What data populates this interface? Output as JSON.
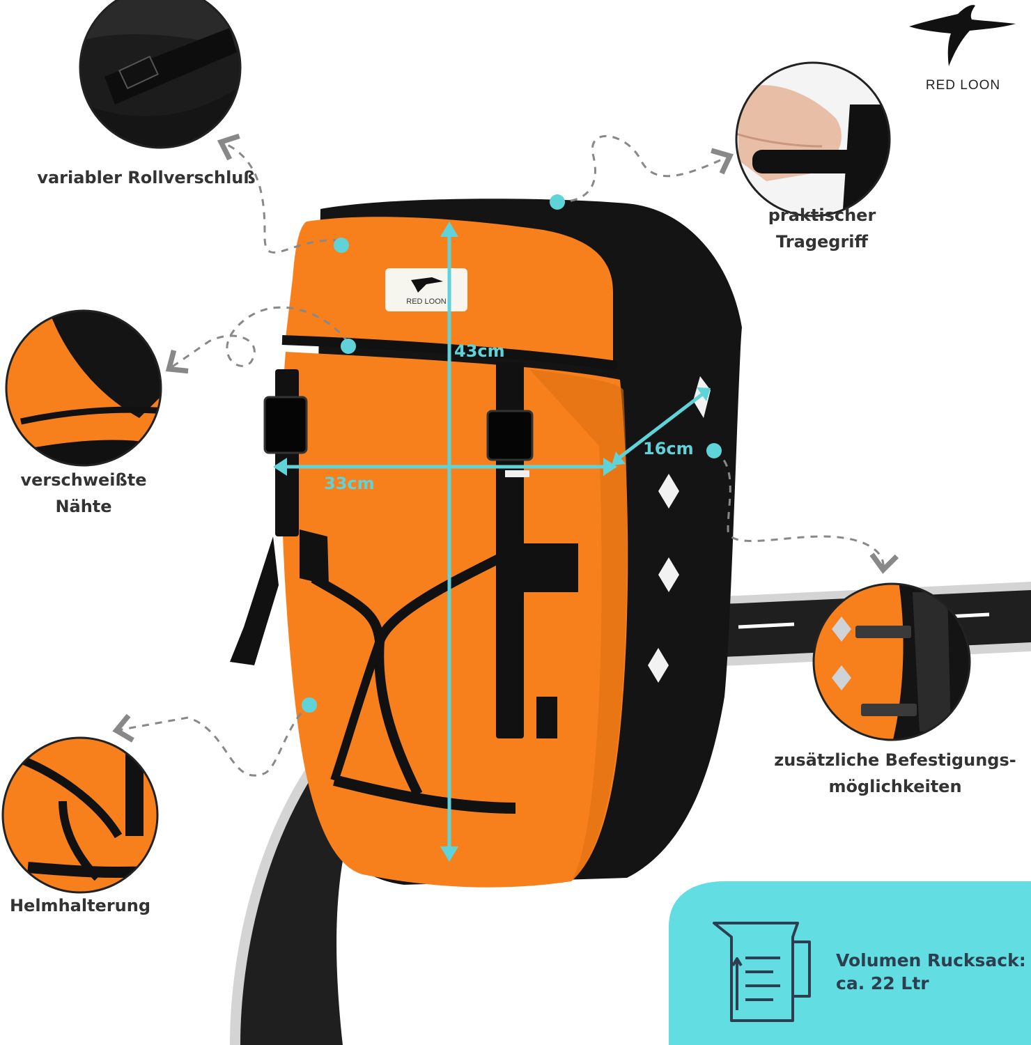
{
  "brand": {
    "name": "RED LOON",
    "logo_icon": "bird-icon"
  },
  "features": {
    "roll_closure": "variabler Rollverschluß",
    "handle_line1": "praktischer",
    "handle_line2": "Tragegriff",
    "seams_line1": "verschweißte",
    "seams_line2": "Nähte",
    "attachment_line1": "zusätzliche Befestigungs-",
    "attachment_line2": "möglichkeiten",
    "helmet": "Helmhalterung"
  },
  "dimensions": {
    "height": "43cm",
    "width": "33cm",
    "depth": "16cm"
  },
  "volume": {
    "line1": "Volumen Rucksack:",
    "line2": "ca. 22 Ltr",
    "icon": "measuring-jug-icon"
  },
  "colors": {
    "accent": "#5fd3d8",
    "bag_orange": "#f7801c",
    "bag_black": "#141414",
    "road": "#1f1f1f",
    "road_edge": "#d4d4d4",
    "text": "#333333"
  }
}
